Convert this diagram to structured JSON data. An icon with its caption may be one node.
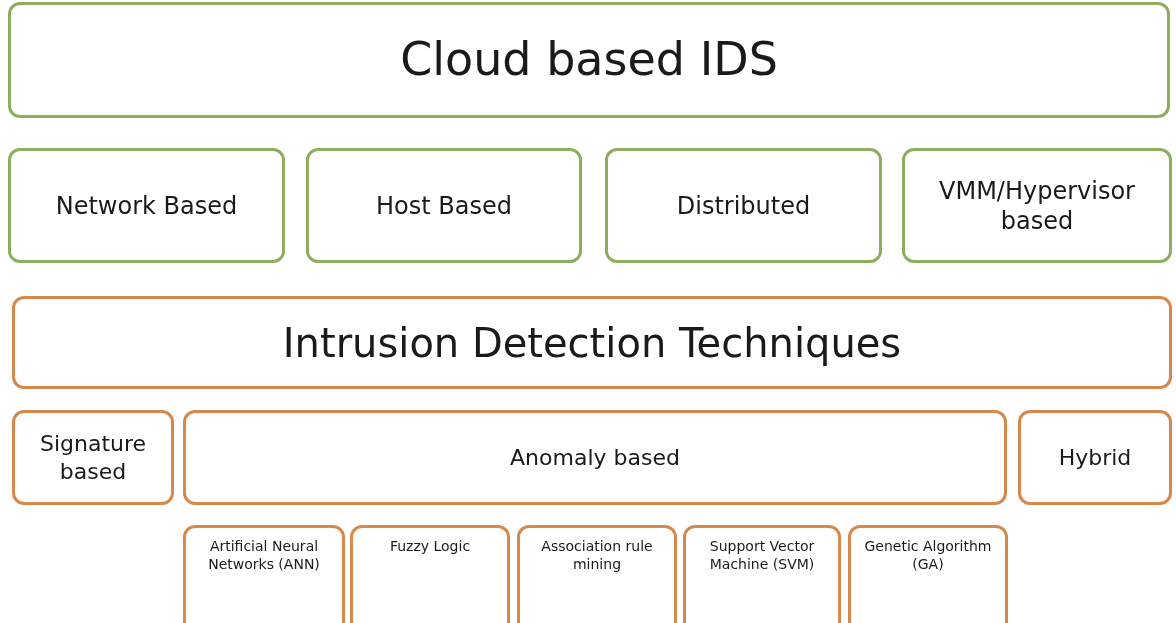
{
  "diagram": {
    "nodes": [
      {
        "text": [
          "Cloud based IDS"
        ]
      },
      {
        "text": [
          "Network Based"
        ]
      },
      {
        "text": [
          "Host Based"
        ]
      },
      {
        "text": [
          "Distributed"
        ]
      },
      {
        "text": [
          "VMM/Hypervisor based"
        ]
      },
      {
        "text": [
          "Intrusion Detection Techniques"
        ]
      },
      {
        "text": [
          "Signature based"
        ]
      },
      {
        "text": [
          "Anomaly based"
        ]
      },
      {
        "text": [
          "Hybrid"
        ]
      },
      {
        "text": [
          "Artificial Neural Networks (ANN)"
        ]
      },
      {
        "text": [
          "Fuzzy Logic"
        ]
      },
      {
        "text": [
          "Association rule mining"
        ]
      },
      {
        "text": [
          "Support Vector Machine (SVM)"
        ]
      },
      {
        "text": [
          "Genetic Algorithm (GA)"
        ]
      }
    ]
  }
}
